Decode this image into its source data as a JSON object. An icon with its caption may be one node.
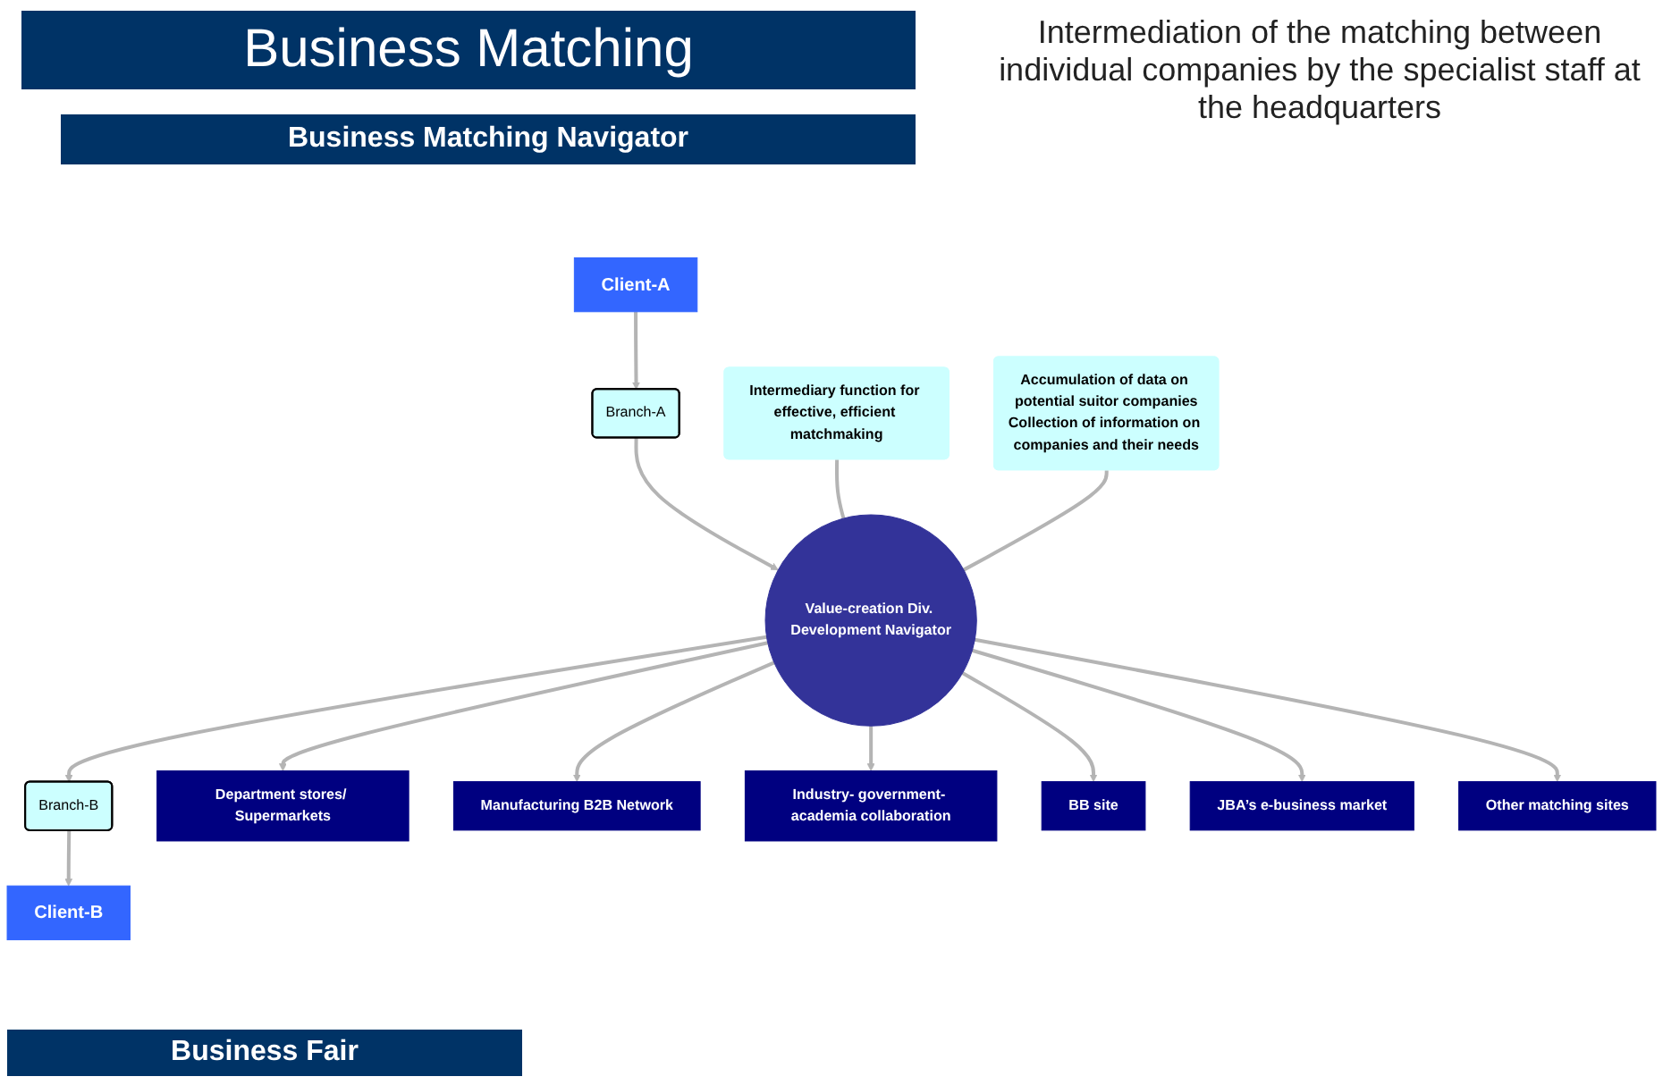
{
  "diagram": {
    "title": "Business Matching",
    "nodes": [
      {
        "text": [
          "Client-A"
        ]
      },
      {
        "text": [
          "Branch-A"
        ]
      },
      {
        "text": [
          "Value-creation Div. Development Navigator"
        ]
      },
      {
        "text": [
          "Branch-B"
        ]
      },
      {
        "text": [
          "Client-B"
        ]
      },
      {
        "text": [
          "Department stores/ Supermarkets"
        ]
      },
      {
        "text": [
          "Manufacturing B2B Network"
        ]
      },
      {
        "text": [
          "Industry- government- academia collaboration"
        ]
      },
      {
        "text": [
          "BB site"
        ]
      },
      {
        "text": [
          "JBA’s e-business market"
        ]
      },
      {
        "text": [
          "Other matching sites"
        ]
      },
      {
        "text": [
          "Intermediary function for effective, efficient matchmaking"
        ]
      },
      {
        "text": [
          "Accumulation of data on potential suitor companies",
          "Collection of information on companies and their needs"
        ]
      }
    ],
    "edges": [
      {
        "from": 0,
        "to": 1,
        "arrow": "to"
      },
      {
        "from": 1,
        "to": 2,
        "arrow": "to"
      },
      {
        "from": 2,
        "to": 3,
        "arrow": "to"
      },
      {
        "from": 3,
        "to": 4,
        "arrow": "to"
      },
      {
        "from": 2,
        "to": 5,
        "arrow": "to"
      },
      {
        "from": 2,
        "to": 6,
        "arrow": "to"
      },
      {
        "from": 2,
        "to": 7,
        "arrow": "to"
      },
      {
        "from": 2,
        "to": 8,
        "arrow": "to"
      },
      {
        "from": 2,
        "to": 9,
        "arrow": "to"
      },
      {
        "from": 2,
        "to": 10,
        "arrow": "to"
      },
      {
        "from": 11,
        "to": 2,
        "arrow": "none"
      },
      {
        "from": 12,
        "to": 2,
        "arrow": "none"
      }
    ],
    "labels": [
      "Business Matching Navigator",
      "Intermediation of the matching between individual companies by the specialist staff at the  headquarters",
      "Business Fair"
    ]
  }
}
